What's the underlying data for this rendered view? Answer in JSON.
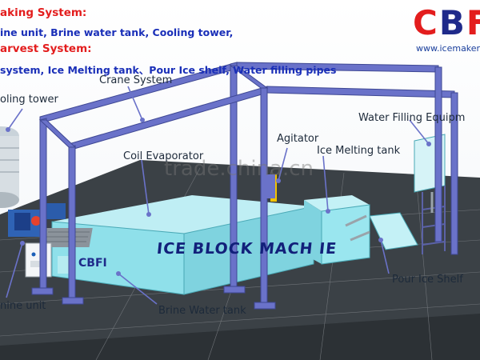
{
  "header": {
    "making_title": "aking System:",
    "making_items": "ine unit, Brine water tank, Cooling tower,",
    "harvest_title": "arvest System:",
    "harvest_items": "system, Ice Melting tank、Pour Ice shelf, Water filling pipes"
  },
  "logo": {
    "text_red1": "C",
    "text_blue": "B",
    "text_red2": "F",
    "url": "www.icemakerch"
  },
  "watermark": "trade.china.cn",
  "machine": {
    "name": "ICE BLOCK MACH  IE",
    "brand": "CBFI"
  },
  "labels": {
    "crane_system": "Crane System",
    "cooling_tower": "oling tower",
    "coil_evaporator": "Coil Evaporator",
    "agitator": "Agitator",
    "ice_melting_tank": "Ice Melting tank",
    "water_filling": "Water Filling Equipm",
    "pour_ice_shelf": "Pour Ice Shelf",
    "brine_water_tank": "Brine Water tank",
    "brine_unit": "nine unit"
  },
  "colors": {
    "heading_red": "#e31d1d",
    "list_blue": "#1a2fb8",
    "frame_purple": "#6a72c9",
    "tank_cyan": "#8fe0ea",
    "floor_dark": "#3b4146",
    "accent_yellow": "#f2c200"
  }
}
